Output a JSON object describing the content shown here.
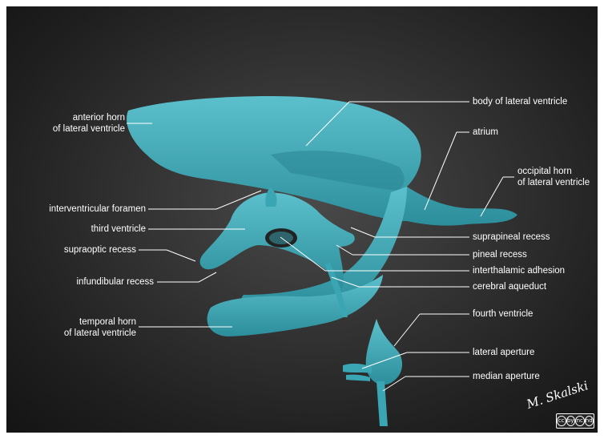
{
  "labels": {
    "anterior_horn_l1": "anterior horn",
    "anterior_horn_l2": "of lateral ventricle",
    "interventricular_foramen": "interventricular foramen",
    "third_ventricle": "third ventricle",
    "supraoptic_recess": "supraoptic recess",
    "infundibular_recess": "infundibular recess",
    "temporal_horn_l1": "temporal horn",
    "temporal_horn_l2": "of lateral ventricle",
    "body_of_lateral_ventricle": "body of lateral ventricle",
    "atrium": "atrium",
    "occipital_horn_l1": "occipital horn",
    "occipital_horn_l2": "of lateral ventricle",
    "suprapineal_recess": "suprapineal recess",
    "pineal_recess": "pineal recess",
    "interthalamic_adhesion": "interthalamic adhesion",
    "cerebral_aqueduct": "cerebral aqueduct",
    "fourth_ventricle": "fourth ventricle",
    "lateral_aperture": "lateral aperture",
    "median_aperture": "median aperture"
  },
  "signature": "M. Skalski",
  "license": [
    "cc",
    "by",
    "nc",
    "nd"
  ],
  "colors": {
    "ventricle": "#3aa6b4",
    "ventricle_shadow": "#227a86",
    "background": "#2a2a2a",
    "leader": "#ffffff"
  }
}
